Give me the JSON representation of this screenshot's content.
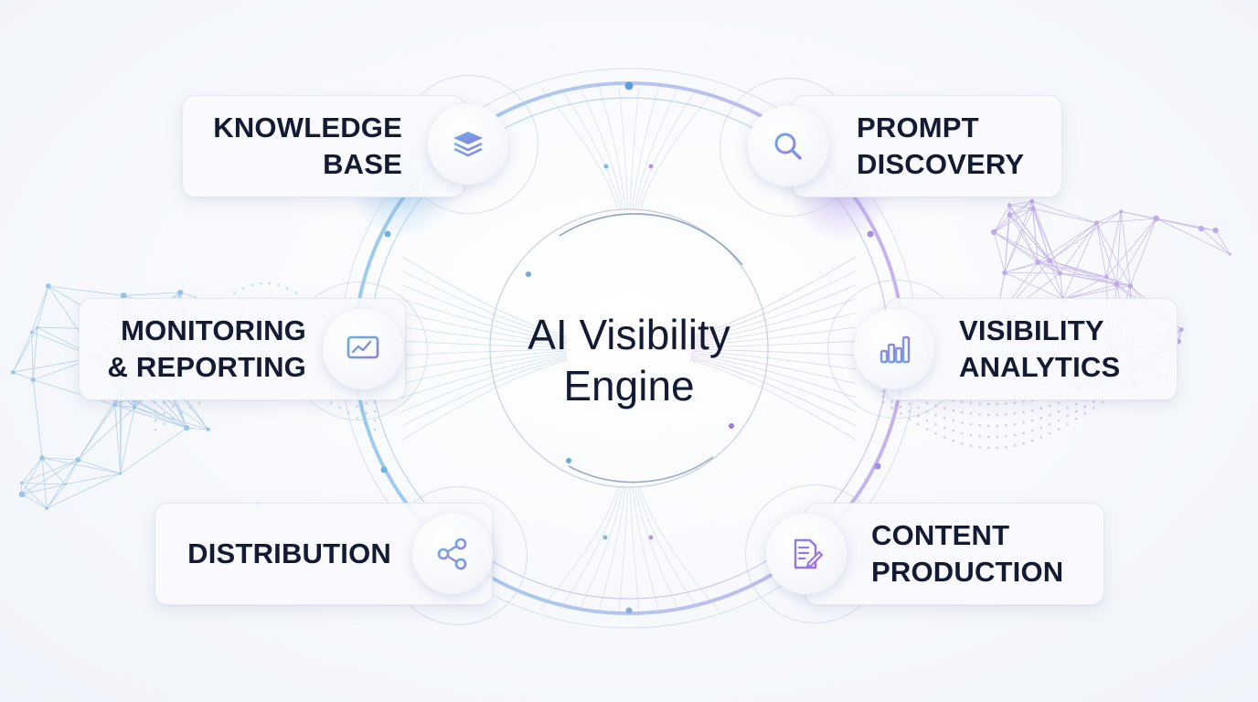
{
  "center": {
    "line1": "AI Visibility",
    "line2": "Engine"
  },
  "nodes": {
    "knowledge_base": {
      "line1": "KNOWLEDGE",
      "line2": "BASE",
      "icon": "layers-icon"
    },
    "prompt_discovery": {
      "line1": "PROMPT",
      "line2": "DISCOVERY",
      "icon": "search-icon"
    },
    "monitoring_reporting": {
      "line1": "MONITORING",
      "line2": "& REPORTING",
      "icon": "monitor-chart-icon"
    },
    "visibility_analytics": {
      "line1": "VISIBILITY",
      "line2": "ANALYTICS",
      "icon": "bar-chart-icon"
    },
    "distribution": {
      "line1": "DISTRIBUTION",
      "icon": "share-icon"
    },
    "content_production": {
      "line1": "CONTENT",
      "line2": "PRODUCTION",
      "icon": "document-edit-icon"
    }
  },
  "colors": {
    "text": "#141a33",
    "accent_blue": "#5fa8e0",
    "accent_purple": "#a98be6",
    "card_bg": "#f8fafd"
  }
}
